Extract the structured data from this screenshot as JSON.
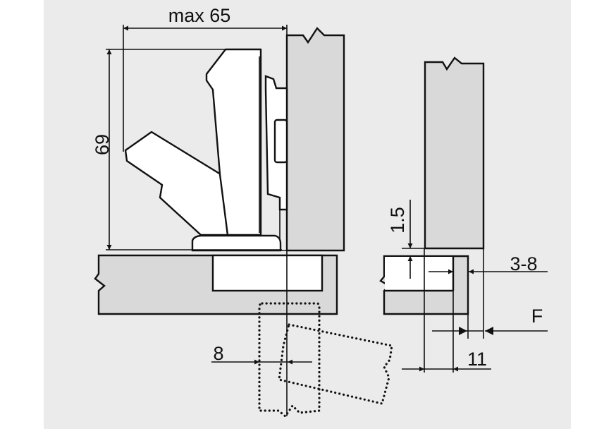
{
  "diagram": {
    "title": "Concealed hinge mounting dimensions",
    "dimensions": {
      "max_width": "max 65",
      "height": "69",
      "gap": "1.5",
      "overlay_range": "3-8",
      "overlay_label": "F",
      "cup_offset": "11",
      "clearance": "8"
    },
    "colors": {
      "background": "#ebebeb",
      "panel_fill": "#d9d9d9",
      "line": "#111111",
      "part_fill": "#ffffff"
    }
  }
}
